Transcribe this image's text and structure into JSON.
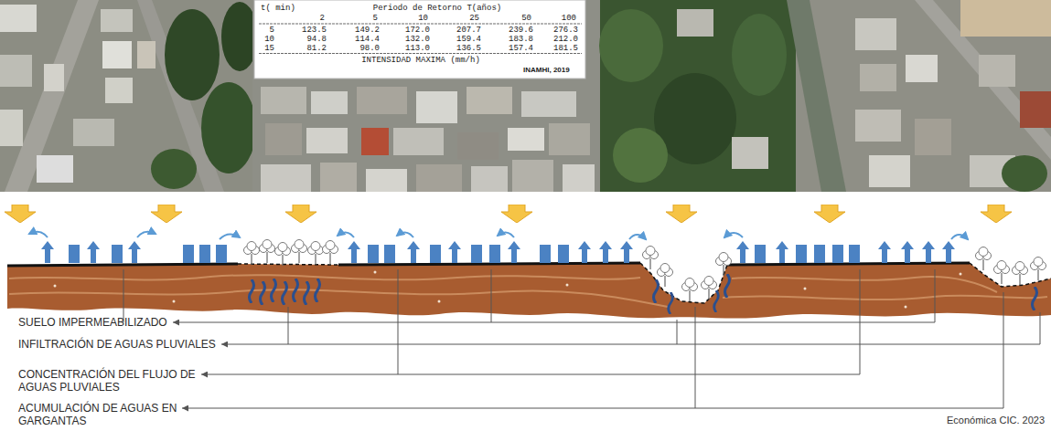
{
  "diagram": {
    "labels": [
      "t( min)",
      "Periodo de Retorno T(años)",
      "2",
      "5",
      "10",
      "25",
      "50",
      "100",
      "5",
      "123.5",
      "149.2",
      "172.0",
      "207.7",
      "239.6",
      "276.3",
      "10",
      "94.8",
      "114.4",
      "132.0",
      "159.4",
      "183.8",
      "212.0",
      "15",
      "81.2",
      "98.0",
      "113.0",
      "136.5",
      "157.4",
      "181.5",
      "INTENSIDAD MAXIMA (mm/h)",
      "INAMHI, 2019",
      "SUELO IMPERMEABILIZADO",
      "INFILTRACIÓN DE AGUAS PLUVIALES",
      "CONCENTRACIÓN DEL FLUJO DE AGUAS PLUVIALES",
      "ACUMULACIÓN DE AGUAS EN GARGANTAS",
      "Económica CIC. 2023"
    ]
  }
}
